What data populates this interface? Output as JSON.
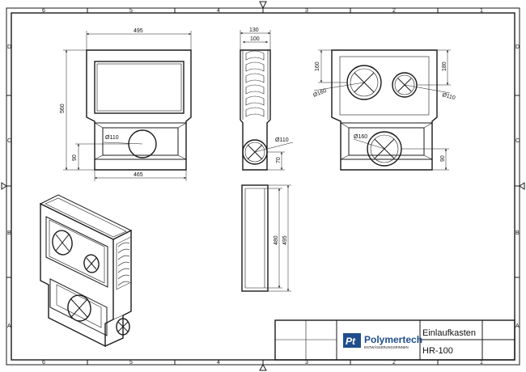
{
  "border": {
    "col_numbers_top": [
      "6",
      "5",
      "4",
      "3",
      "2",
      "1"
    ],
    "col_numbers_bottom": [
      "6",
      "5",
      "4",
      "3",
      "2",
      "1"
    ],
    "row_letters_left": [
      "D",
      "C",
      "B",
      "A"
    ],
    "row_letters_right": [
      "D",
      "C",
      "B",
      "A"
    ]
  },
  "dimensions": {
    "width_top": "495",
    "height_left": "560",
    "width_bottom": "465",
    "inlet_height_left": "90",
    "inlet_diameter_front": "Ø110",
    "side_width_outer": "130",
    "side_width_inner": "100",
    "side_inlet_diameter": "Ø110",
    "side_inlet_height": "70",
    "back_top_height_left": "160",
    "back_top_height_right": "180",
    "back_big_diameter": "Ø160",
    "back_small_diameter": "Ø110",
    "back_bottom_diameter": "Ø160",
    "back_bottom_height": "90",
    "section_height_inner": "480",
    "section_height_outer": "495"
  },
  "title_block": {
    "company": "Polymertech",
    "company_sub": "ENTWÄSSERUNGSRINNEN",
    "logo_text": "Pt",
    "drawing_name": "Einlaufkasten",
    "part_number": "HR-100"
  }
}
